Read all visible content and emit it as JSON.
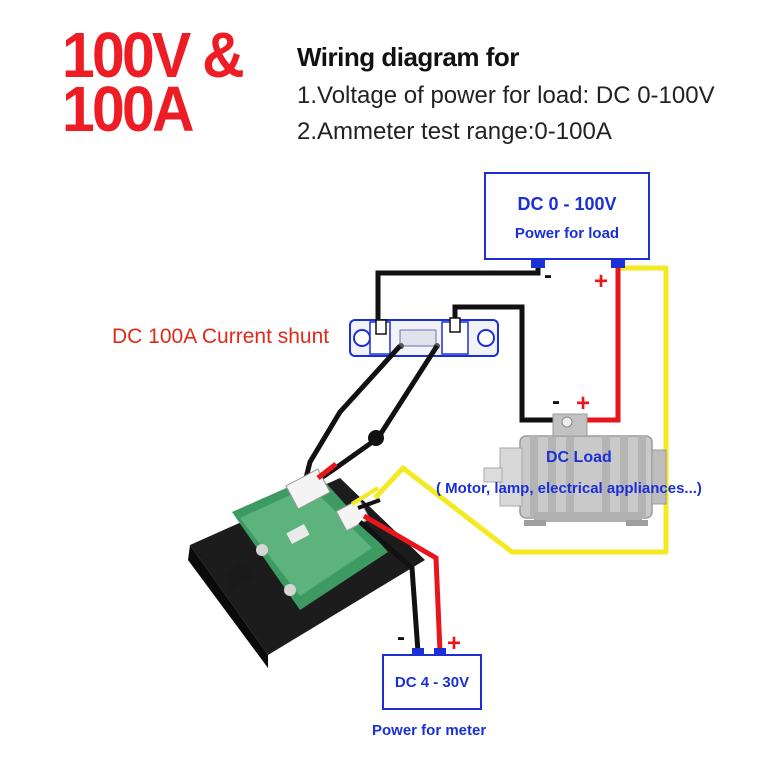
{
  "header": {
    "headline_line1": "100V &",
    "headline_line2": "100A",
    "title": "Wiring diagram for",
    "line1": "1.Voltage of power for load: DC 0-100V",
    "line2": "2.Ammeter test range:0-100A"
  },
  "load_supply": {
    "voltage": "DC 0 - 100V",
    "label": "Power for load"
  },
  "shunt": {
    "label": "DC 100A Current shunt"
  },
  "load": {
    "label": "DC Load",
    "description": "( Motor, lamp, electrical appliances...)"
  },
  "meter_supply": {
    "voltage": "DC 4 - 30V",
    "label": "Power for meter"
  },
  "signs": {
    "minus": "-",
    "plus": "+"
  },
  "colors": {
    "headline": "#ee1c24",
    "box_border": "#1b2fd6",
    "wire_red": "#e8161b",
    "wire_black": "#111111",
    "wire_yellow": "#f3ea22"
  }
}
